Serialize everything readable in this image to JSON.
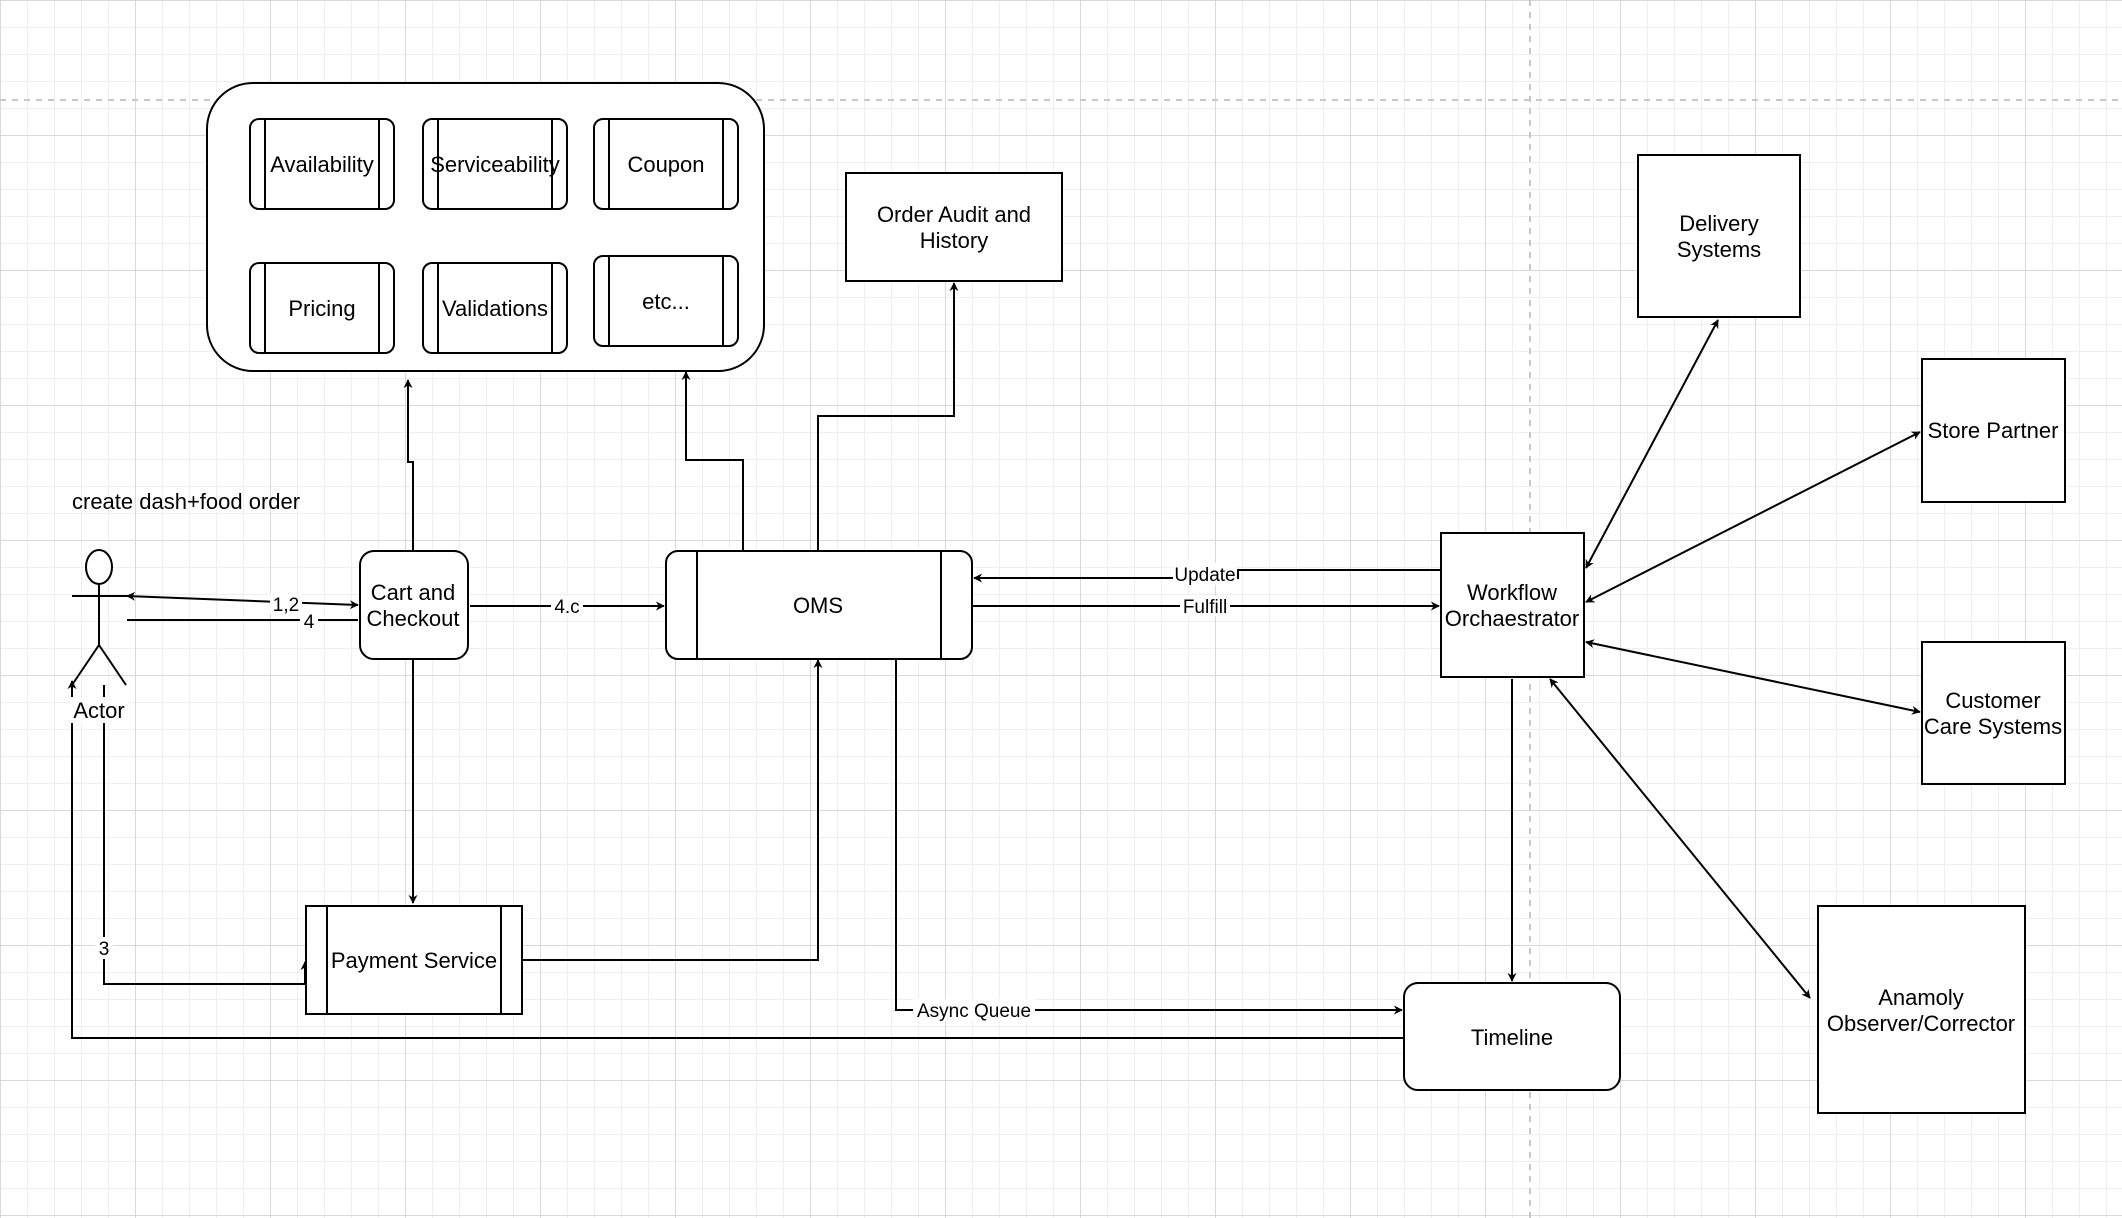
{
  "diagram": {
    "group_label": "",
    "nodes": {
      "availability": "Availability",
      "serviceability": "Serviceability",
      "coupon": "Coupon",
      "pricing": "Pricing",
      "validations": "Validations",
      "etc": "etc...",
      "order_audit_line1": "Order Audit and",
      "order_audit_line2": "History",
      "delivery_line1": "Delivery",
      "delivery_line2": "Systems",
      "store_partner": "Store Partner",
      "customer_care_line1": "Customer",
      "customer_care_line2": "Care Systems",
      "anomaly_line1": "Anamoly",
      "anomaly_line2": "Observer/Corrector",
      "cart_line1": "Cart and",
      "cart_line2": "Checkout",
      "oms": "OMS",
      "workflow_line1": "Workflow",
      "workflow_line2": "Orchaestrator",
      "payment": "Payment Service",
      "timeline": "Timeline",
      "actor": "Actor"
    },
    "annotations": {
      "create_order": "create dash+food order"
    },
    "edge_labels": {
      "e12": "1,2",
      "e4": "4",
      "e4c": "4.c",
      "update": "Update",
      "fulfill": "Fulfill",
      "e3": "3",
      "async_queue": "Async Queue"
    }
  }
}
